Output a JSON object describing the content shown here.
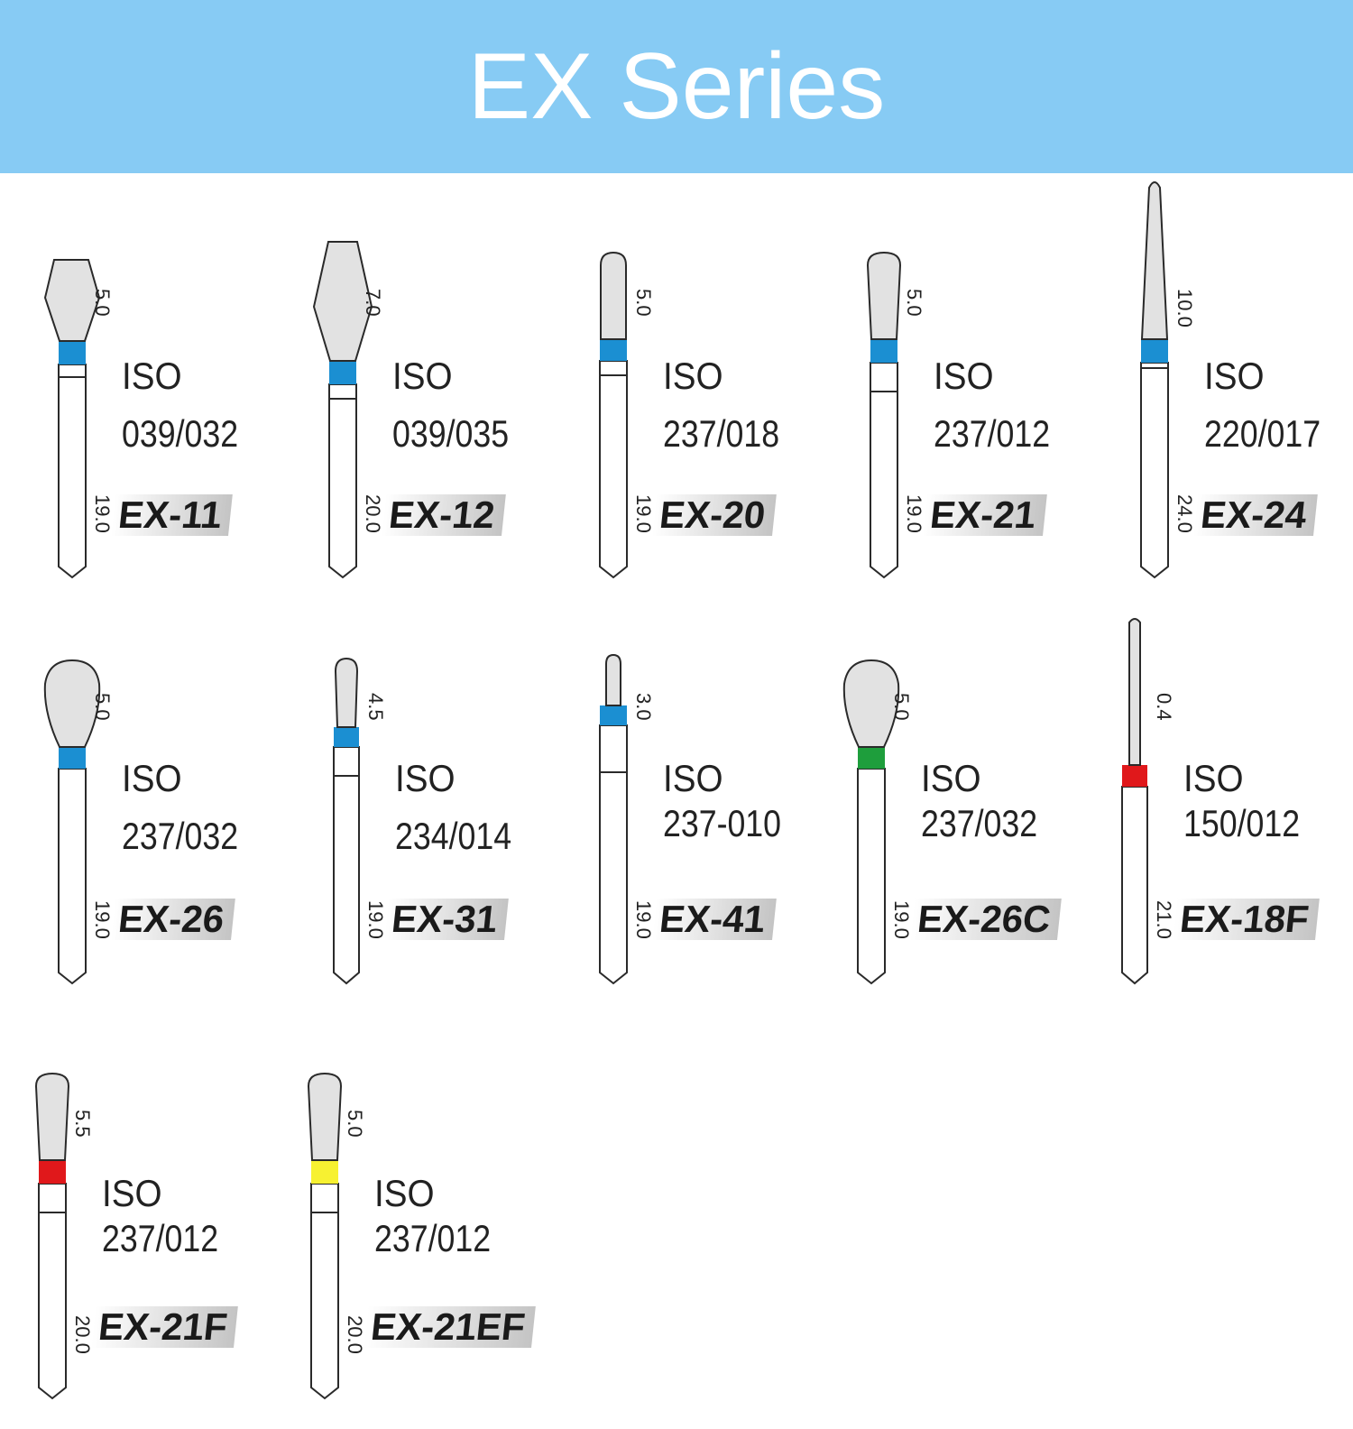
{
  "header": {
    "title": "EX Series",
    "background": "#87cbf4"
  },
  "colors": {
    "blue": "#1b8fd2",
    "green": "#1e9e3c",
    "red": "#e0181b",
    "yellow": "#f7f131",
    "head": "#e2e2e2",
    "outline": "#2a2a2a"
  },
  "burs": [
    {
      "code": "EX-11",
      "iso_label": "ISO",
      "iso_code": "039/032",
      "head_length": "5.0",
      "total_length": "19.0",
      "band_color": "blue",
      "head_shape": "hex-small"
    },
    {
      "code": "EX-12",
      "iso_label": "ISO",
      "iso_code": "039/035",
      "head_length": "7.0",
      "total_length": "20.0",
      "band_color": "blue",
      "head_shape": "hex-large"
    },
    {
      "code": "EX-20",
      "iso_label": "ISO",
      "iso_code": "237/018",
      "head_length": "5.0",
      "total_length": "19.0",
      "band_color": "blue",
      "head_shape": "cylinder-round"
    },
    {
      "code": "EX-21",
      "iso_label": "ISO",
      "iso_code": "237/012",
      "head_length": "5.0",
      "total_length": "19.0",
      "band_color": "blue",
      "head_shape": "pear"
    },
    {
      "code": "EX-24",
      "iso_label": "ISO",
      "iso_code": "220/017",
      "head_length": "10.0",
      "total_length": "24.0",
      "band_color": "blue",
      "head_shape": "taper"
    },
    {
      "code": "EX-26",
      "iso_label": "ISO",
      "iso_code": "237/032",
      "head_length": "5.0",
      "total_length": "19.0",
      "band_color": "blue",
      "head_shape": "egg"
    },
    {
      "code": "EX-31",
      "iso_label": "ISO",
      "iso_code": "234/014",
      "head_length": "4.5",
      "total_length": "19.0",
      "band_color": "blue",
      "head_shape": "cylinder-narrow"
    },
    {
      "code": "EX-41",
      "iso_label": "ISO",
      "iso_code": "237-010",
      "head_length": "3.0",
      "total_length": "19.0",
      "band_color": "blue",
      "head_shape": "cylinder-tiny"
    },
    {
      "code": "EX-26C",
      "iso_label": "ISO",
      "iso_code": "237/032",
      "head_length": "5.0",
      "total_length": "19.0",
      "band_color": "green",
      "head_shape": "egg"
    },
    {
      "code": "EX-18F",
      "iso_label": "ISO",
      "iso_code": "150/012",
      "head_length": "0.4",
      "total_length": "21.0",
      "band_color": "red",
      "head_shape": "needle"
    },
    {
      "code": "EX-21F",
      "iso_label": "ISO",
      "iso_code": "237/012",
      "head_length": "5.5",
      "total_length": "20.0",
      "band_color": "red",
      "head_shape": "pear"
    },
    {
      "code": "EX-21EF",
      "iso_label": "ISO",
      "iso_code": "237/012",
      "head_length": "5.0",
      "total_length": "20.0",
      "band_color": "yellow",
      "head_shape": "pear"
    }
  ]
}
